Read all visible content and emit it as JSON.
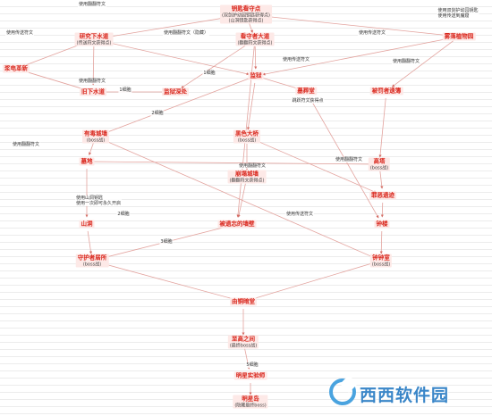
{
  "nodes": [
    {
      "id": "n1",
      "label": "钥匙看守点",
      "sub": "(双剑护幼园钥匙获得点)\n(山洞钥匙获得点)"
    },
    {
      "id": "n2",
      "label": "研究下水道",
      "sub": "(传送符文获得点)"
    },
    {
      "id": "n3",
      "label": "看守者大道",
      "sub": "(翻翻符文获得点)"
    },
    {
      "id": "n4",
      "label": "雾落植物园",
      "sub": ""
    },
    {
      "id": "n5",
      "label": "浆电革新",
      "sub": ""
    },
    {
      "id": "n6",
      "label": "旧下水道",
      "sub": ""
    },
    {
      "id": "n7",
      "label": "监狱",
      "sub": ""
    },
    {
      "id": "n8",
      "label": "监狱深处",
      "sub": ""
    },
    {
      "id": "n9",
      "label": "有毒城墙",
      "sub": "(boss战)"
    },
    {
      "id": "n10",
      "label": "黑色大桥",
      "sub": "(boss战)"
    },
    {
      "id": "n11",
      "label": "墓葬堂",
      "sub": "(跳跃符文获得点)"
    },
    {
      "id": "n12",
      "label": "被罚者遗簿",
      "sub": ""
    },
    {
      "id": "n13",
      "label": "墓地",
      "sub": ""
    },
    {
      "id": "n14",
      "label": "崩塌城墙",
      "sub": "(翻翻符文获得点)"
    },
    {
      "id": "n15",
      "label": "高塔",
      "sub": "(boss战)"
    },
    {
      "id": "n16",
      "label": "山洞",
      "sub": ""
    },
    {
      "id": "n17",
      "label": "罪恶遗迹",
      "sub": ""
    },
    {
      "id": "n18",
      "label": "钟楼",
      "sub": ""
    },
    {
      "id": "n19",
      "label": "被遗忘的墙壁",
      "sub": ""
    },
    {
      "id": "n20",
      "label": "守护者居所",
      "sub": "(boss战)"
    },
    {
      "id": "n21",
      "label": "钟钟室",
      "sub": "(boss战)"
    },
    {
      "id": "n22",
      "label": "由铜暗堂",
      "sub": ""
    },
    {
      "id": "n23",
      "label": "至高之间",
      "sub": "(最终boss战)"
    },
    {
      "id": "n24",
      "label": "明星实验师",
      "sub": ""
    },
    {
      "id": "n25",
      "label": "明星岛",
      "sub": "(隐藏最终boss)"
    }
  ],
  "labels": {
    "l1": "使用翻翻符文",
    "l2": "使用传送符文",
    "l3": "使用传送符文",
    "l4": "使用传送药剂",
    "l5": "使用翻翻符文（隐藏）",
    "l6": "使用传送符文",
    "l7": "使用翻翻符文",
    "l8": "1细胞",
    "l9": "1细胞",
    "l10": "使用翻翻符文",
    "l11": "2细胞",
    "l12": "跳跃符文获得点",
    "l13": "使用翻翻符文",
    "l14": "使用翻翻符文",
    "l15": "使用翻翻符文",
    "l16": "使用山洞钥匙\n使用一次即可永久开启",
    "l17": "2细胞",
    "l18": "使用传送符文",
    "l19": "3细胞",
    "l20": "5细胞",
    "l21": "使用双剑护幼园钥匙\n使用传送到魔窟"
  },
  "watermark": {
    "brand": "西西软件园"
  },
  "colors": {
    "node_text": "#d9261c",
    "node_bg": "#fde9e7",
    "edge": "#e3a39e",
    "label": "#333333",
    "logo": "#3a86c8"
  }
}
